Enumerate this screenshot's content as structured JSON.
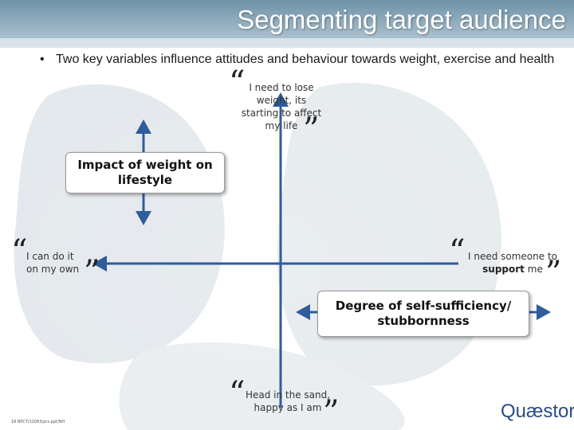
{
  "title": "Segmenting target audience",
  "bullet": {
    "marker": "•",
    "text": "Two key variables influence attitudes and behaviour towards weight, exercise and health"
  },
  "quotes": {
    "top": "I need to lose weight, its starting to affect my life",
    "left": "I can do it on my own",
    "right_before": "I need someone to",
    "right_bold": "support",
    "right_after": "me",
    "bottom": "Head in the sand, happy as I am"
  },
  "quote_marks": {
    "open": "“",
    "close": "”"
  },
  "boxes": {
    "vertical_axis": "Impact of weight on lifestyle",
    "horizontal_axis": "Degree of self-sufficiency/ stubbornness"
  },
  "footer": "18 BPCT/12083/prs.ppt/NH",
  "logo": "Quæstor",
  "colors": {
    "axis_blue": "#2f5d9c",
    "logo_blue": "#2b4d84",
    "title_white": "#ffffff"
  }
}
